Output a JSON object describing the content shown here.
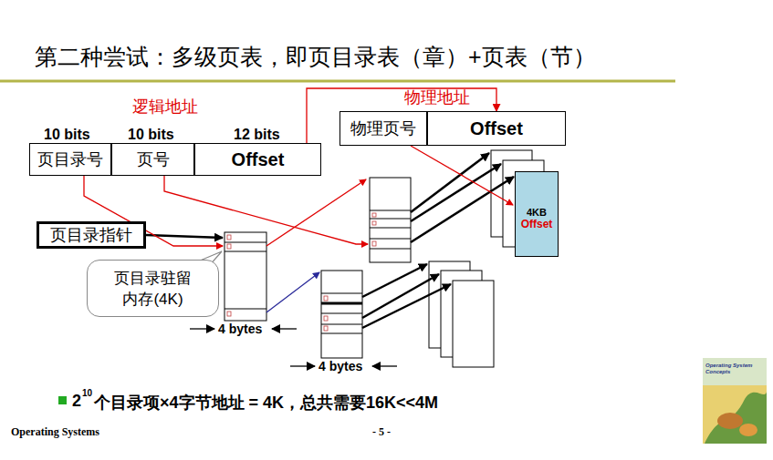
{
  "diagram": {
    "title": "第二种尝试：多级页表，即页目录表（章）+页表（节）",
    "nodes": [
      {
        "text": [
          "物理页号"
        ]
      },
      {
        "text": [
          "Offset"
        ]
      },
      {
        "text": [
          "页目录号"
        ]
      },
      {
        "text": [
          "页号"
        ]
      },
      {
        "text": [
          "Offset"
        ]
      },
      {
        "text": [
          "页目录指针"
        ]
      },
      {
        "text": [
          "页目录驻留内存(4K)"
        ]
      },
      {
        "text": [
          "4KB",
          "Offset"
        ]
      }
    ],
    "edges": [
      {
        "from": 4,
        "to": 1,
        "arrow": "to"
      }
    ],
    "labels": [
      "逻辑地址",
      "物理地址",
      "10 bits",
      "10 bits",
      "12 bits",
      "4 bytes",
      "4 bytes",
      "2",
      "10",
      "个目录项×4字节地址 = 4K，总共需要16K<<4M",
      "Operating Systems",
      "- 5 -",
      "Operating System Concepts"
    ]
  }
}
